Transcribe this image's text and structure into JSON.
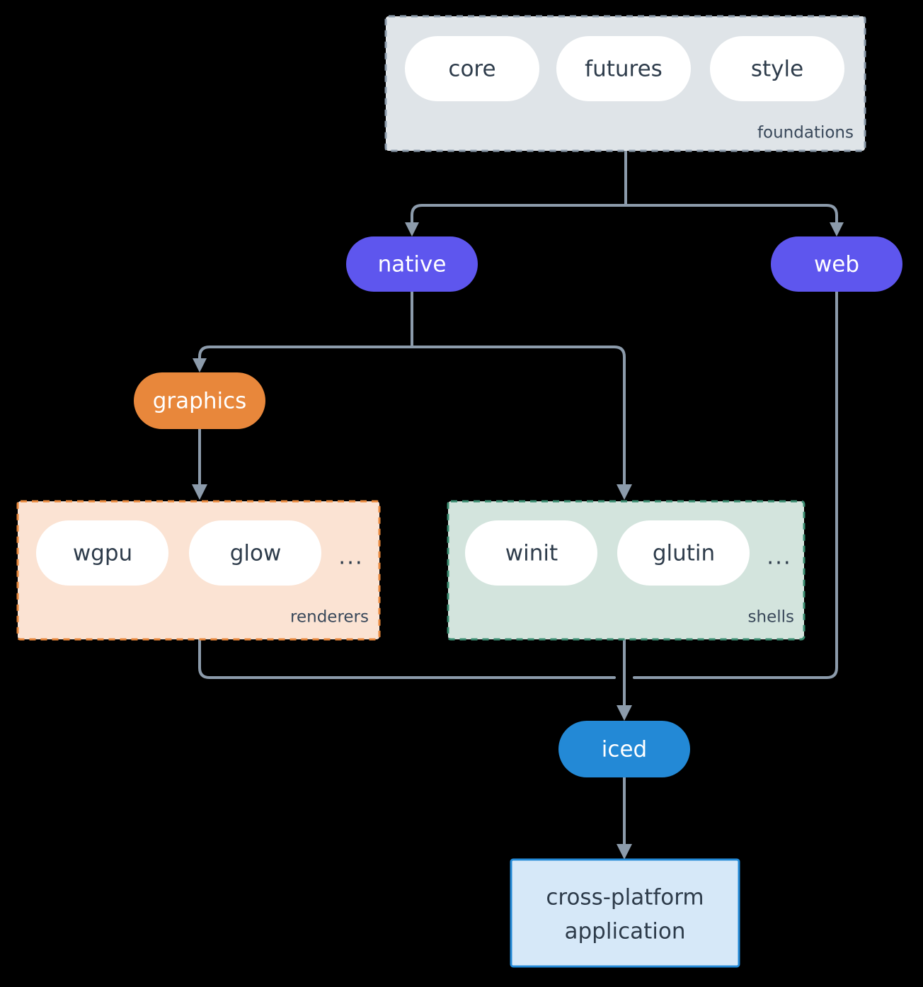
{
  "diagram": {
    "type": "architecture-flow",
    "background": "#000000",
    "edge_color": "#8C9BAB",
    "groups": [
      {
        "id": "foundations",
        "label": "foundations",
        "fill": "#DFE4E8",
        "border": "#8C9BAB",
        "border_style": "dashed",
        "items": [
          "core",
          "futures",
          "style"
        ],
        "has_ellipsis": false
      },
      {
        "id": "renderers",
        "label": "renderers",
        "fill": "#FBE3D3",
        "border": "#E8873B",
        "border_style": "dashed",
        "items": [
          "wgpu",
          "glow"
        ],
        "has_ellipsis": true,
        "ellipsis": "..."
      },
      {
        "id": "shells",
        "label": "shells",
        "fill": "#D3E4DD",
        "border": "#3A8C70",
        "border_style": "dashed",
        "items": [
          "winit",
          "glutin"
        ],
        "has_ellipsis": true,
        "ellipsis": "..."
      }
    ],
    "nodes": [
      {
        "id": "native",
        "label": "native",
        "fill": "#5E56EE",
        "text_color": "#FFFFFF",
        "shape": "pill"
      },
      {
        "id": "web",
        "label": "web",
        "fill": "#5E56EE",
        "text_color": "#FFFFFF",
        "shape": "pill"
      },
      {
        "id": "graphics",
        "label": "graphics",
        "fill": "#E8873B",
        "text_color": "#FFFFFF",
        "shape": "pill"
      },
      {
        "id": "iced",
        "label": "iced",
        "fill": "#2389D6",
        "text_color": "#FFFFFF",
        "shape": "pill"
      },
      {
        "id": "application",
        "label_line1": "cross-platform",
        "label_line2": "application",
        "fill": "#D6E8F8",
        "text_color": "#2E3C4B",
        "border": "#2389D6",
        "shape": "rect"
      }
    ],
    "item_pill_fill": "#FFFFFF",
    "item_text_color": "#2E3C4B",
    "edges": [
      {
        "from": "foundations",
        "to": "native"
      },
      {
        "from": "foundations",
        "to": "web"
      },
      {
        "from": "native",
        "to": "graphics"
      },
      {
        "from": "native",
        "to": "shells"
      },
      {
        "from": "graphics",
        "to": "renderers"
      },
      {
        "from": "renderers",
        "to": "iced"
      },
      {
        "from": "shells",
        "to": "iced"
      },
      {
        "from": "web",
        "to": "iced"
      },
      {
        "from": "iced",
        "to": "application"
      }
    ]
  }
}
